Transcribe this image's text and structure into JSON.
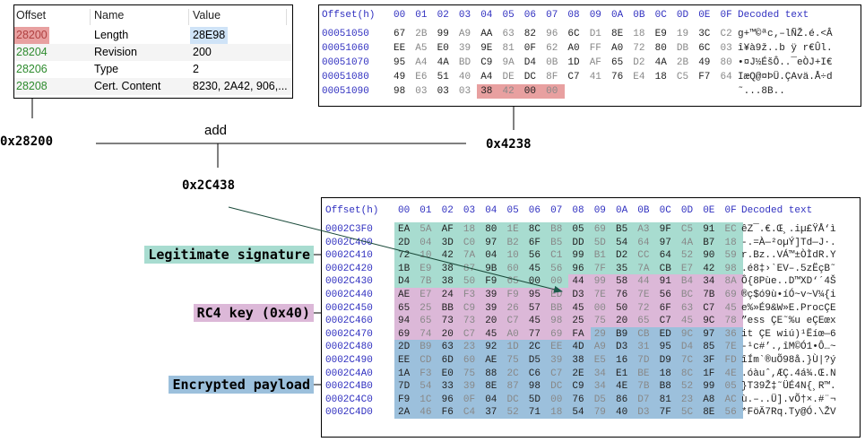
{
  "struct_table": {
    "headers": [
      "Offset",
      "Name",
      "Value"
    ],
    "rows": [
      {
        "offset": "28200",
        "name": "Length",
        "value": "28E98"
      },
      {
        "offset": "28204",
        "name": "Revision",
        "value": "200"
      },
      {
        "offset": "28206",
        "name": "Type",
        "value": "2"
      },
      {
        "offset": "28208",
        "name": "Cert. Content",
        "value": "8230, 2A42, 906,..."
      }
    ]
  },
  "hex_top": {
    "offset_header": "Offset(h)",
    "columns": [
      "00",
      "01",
      "02",
      "03",
      "04",
      "05",
      "06",
      "07",
      "08",
      "09",
      "0A",
      "0B",
      "0C",
      "0D",
      "0E",
      "0F"
    ],
    "decoded_header": "Decoded text",
    "rows": [
      {
        "offset": "00051050",
        "bytes": [
          "67",
          "2B",
          "99",
          "A9",
          "AA",
          "63",
          "82",
          "96",
          "6C",
          "D1",
          "8E",
          "18",
          "E9",
          "19",
          "3C",
          "C2"
        ],
        "text": "g+™©ªc‚–lÑŽ.é.<Â"
      },
      {
        "offset": "00051060",
        "bytes": [
          "EE",
          "A5",
          "E0",
          "39",
          "9E",
          "81",
          "0F",
          "62",
          "A0",
          "FF",
          "A0",
          "72",
          "80",
          "DB",
          "6C",
          "03"
        ],
        "text": "î¥à9ž..b ÿ r€Ûl."
      },
      {
        "offset": "00051070",
        "bytes": [
          "95",
          "A4",
          "4A",
          "BD",
          "C9",
          "9A",
          "D4",
          "0B",
          "1D",
          "AF",
          "65",
          "D2",
          "4A",
          "2B",
          "49",
          "80"
        ],
        "text": "•¤J½ÉšÔ..¯eÒJ+I€"
      },
      {
        "offset": "00051080",
        "bytes": [
          "49",
          "E6",
          "51",
          "40",
          "A4",
          "DE",
          "DC",
          "8F",
          "C7",
          "41",
          "76",
          "E4",
          "18",
          "C5",
          "F7",
          "64"
        ],
        "text": "IæQ@¤ÞÜ.ÇAvä.Å÷d"
      },
      {
        "offset": "00051090",
        "bytes": [
          "98",
          "03",
          "03",
          "03",
          "38",
          "42",
          "00",
          "00"
        ],
        "text": "˜...8B.."
      }
    ]
  },
  "hex_bottom": {
    "offset_header": "Offset(h)",
    "columns": [
      "00",
      "01",
      "02",
      "03",
      "04",
      "05",
      "06",
      "07",
      "08",
      "09",
      "0A",
      "0B",
      "0C",
      "0D",
      "0E",
      "0F"
    ],
    "decoded_header": "Decoded text",
    "rows": [
      {
        "offset": "0002C3F0",
        "bytes": [
          "EA",
          "5A",
          "AF",
          "18",
          "80",
          "1E",
          "8C",
          "B8",
          "05",
          "69",
          "B5",
          "A3",
          "9F",
          "C5",
          "91",
          "EC"
        ],
        "text": "êZ¯.€.Œ¸.iµ£ŸÅ‘ì"
      },
      {
        "offset": "0002C400",
        "bytes": [
          "2D",
          "04",
          "3D",
          "C0",
          "97",
          "B2",
          "6F",
          "B5",
          "DD",
          "5D",
          "54",
          "64",
          "97",
          "4A",
          "B7",
          "18"
        ],
        "text": "-.=À—²oµÝ]Td—J·."
      },
      {
        "offset": "0002C410",
        "bytes": [
          "72",
          "10",
          "42",
          "7A",
          "04",
          "10",
          "56",
          "C1",
          "99",
          "B1",
          "D2",
          "CC",
          "64",
          "52",
          "90",
          "59"
        ],
        "text": "r.Bz..VÁ™±ÒÌdR.Y"
      },
      {
        "offset": "0002C420",
        "bytes": [
          "1B",
          "E9",
          "38",
          "87",
          "9B",
          "60",
          "45",
          "56",
          "96",
          "7F",
          "35",
          "7A",
          "CB",
          "E7",
          "42",
          "98"
        ],
        "text": ".é8‡›`EV–.5zËçB˜"
      },
      {
        "offset": "0002C430",
        "bytes": [
          "D4",
          "7B",
          "38",
          "50",
          "F9",
          "65",
          "00",
          "00",
          "44",
          "99",
          "58",
          "44",
          "91",
          "B4",
          "34",
          "8A"
        ],
        "text": "Ô{8Pùe..D™XD‘´4Š"
      },
      {
        "offset": "0002C440",
        "bytes": [
          "AE",
          "E7",
          "24",
          "F3",
          "39",
          "F9",
          "95",
          "ED",
          "D3",
          "7E",
          "76",
          "7E",
          "56",
          "BC",
          "7B",
          "69"
        ],
        "text": "®ç$ó9ù•íÓ~v~V¼{i"
      },
      {
        "offset": "0002C450",
        "bytes": [
          "65",
          "25",
          "BB",
          "C9",
          "39",
          "26",
          "57",
          "BB",
          "45",
          "00",
          "50",
          "72",
          "6F",
          "63",
          "C7",
          "45"
        ],
        "text": "e%»É9&W»E.ProcÇE"
      },
      {
        "offset": "0002C460",
        "bytes": [
          "94",
          "65",
          "73",
          "73",
          "20",
          "C7",
          "45",
          "98",
          "25",
          "75",
          "20",
          "65",
          "C7",
          "45",
          "9C",
          "78"
        ],
        "text": "”ess ÇE˜%u eÇEœx"
      },
      {
        "offset": "0002C470",
        "bytes": [
          "69",
          "74",
          "20",
          "C7",
          "45",
          "A0",
          "77",
          "69",
          "FA",
          "29",
          "B9",
          "CB",
          "ED",
          "9C",
          "97",
          "36"
        ],
        "text": "it ÇE wiú)¹Ëíœ—6"
      },
      {
        "offset": "0002C480",
        "bytes": [
          "2D",
          "B9",
          "63",
          "23",
          "92",
          "1D",
          "2C",
          "EE",
          "4D",
          "A9",
          "D3",
          "31",
          "95",
          "D4",
          "85",
          "7E"
        ],
        "text": "-¹c#’.,îM©Ó1•Ô…~"
      },
      {
        "offset": "0002C490",
        "bytes": [
          "EE",
          "CD",
          "6D",
          "60",
          "AE",
          "75",
          "D5",
          "39",
          "38",
          "E5",
          "16",
          "7D",
          "D9",
          "7C",
          "3F",
          "FD"
        ],
        "text": "îÍm`®uÕ98å.}Ù|?ý"
      },
      {
        "offset": "0002C4A0",
        "bytes": [
          "1A",
          "F3",
          "E0",
          "75",
          "88",
          "2C",
          "C6",
          "C7",
          "2E",
          "34",
          "E1",
          "BE",
          "18",
          "8C",
          "1F",
          "4E"
        ],
        "text": ".óàuˆ,ÆÇ.4á¾.Œ.N"
      },
      {
        "offset": "0002C4B0",
        "bytes": [
          "7D",
          "54",
          "33",
          "39",
          "8E",
          "87",
          "98",
          "DC",
          "C9",
          "34",
          "4E",
          "7B",
          "B8",
          "52",
          "99",
          "05"
        ],
        "text": "}T39Ž‡˜ÜÉ4N{¸R™."
      },
      {
        "offset": "0002C4C0",
        "bytes": [
          "F9",
          "1C",
          "96",
          "0F",
          "04",
          "DC",
          "5D",
          "00",
          "76",
          "D5",
          "86",
          "D7",
          "81",
          "23",
          "A8",
          "AC"
        ],
        "text": "ù.–..Ü].vÕ†×.#¨¬"
      },
      {
        "offset": "0002C4D0",
        "bytes": [
          "2A",
          "46",
          "F6",
          "C4",
          "37",
          "52",
          "71",
          "18",
          "54",
          "79",
          "40",
          "D3",
          "7F",
          "5C",
          "8E",
          "56"
        ],
        "text": "*FöÄ7Rq.Ty@Ó.\\ŽV"
      }
    ],
    "labels": {
      "signature": "Legitimate signature",
      "rc4": "RC4 key (0x40)",
      "payload": "Encrypted payload"
    }
  },
  "annotations": {
    "base_offset": "0x28200",
    "operation": "add",
    "length_value": "0x4238",
    "result_offset": "0x2C438"
  },
  "colors": {
    "signature": "#a8dcd0",
    "rc4": "#dcb8d8",
    "payload": "#9cc0dc",
    "offset_highlight": "#e8a0a0",
    "value_highlight": "#cfe3f7"
  }
}
